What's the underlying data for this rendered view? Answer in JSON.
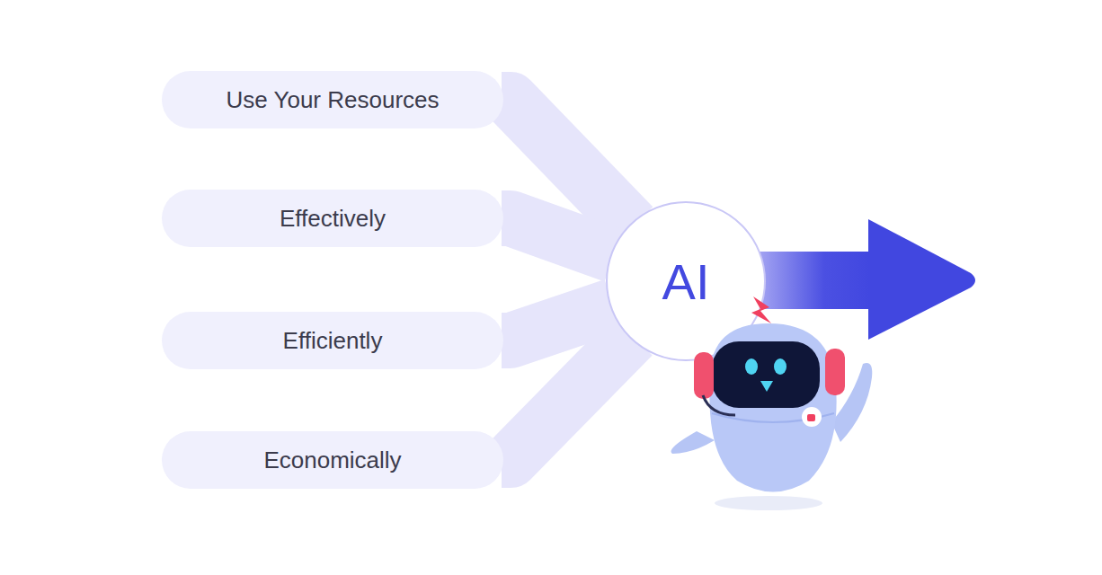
{
  "diagram": {
    "nodes": [
      {
        "text": [
          "Use Your Resources"
        ]
      },
      {
        "text": [
          "Effectively"
        ]
      },
      {
        "text": [
          "Efficiently"
        ]
      },
      {
        "text": [
          "Economically"
        ]
      },
      {
        "text": [
          "AI"
        ]
      }
    ],
    "edges": [
      {
        "from": 0,
        "to": 4,
        "arrow": "none"
      },
      {
        "from": 1,
        "to": 4,
        "arrow": "none"
      },
      {
        "from": 2,
        "to": 4,
        "arrow": "none"
      },
      {
        "from": 3,
        "to": 4,
        "arrow": "none"
      }
    ]
  }
}
